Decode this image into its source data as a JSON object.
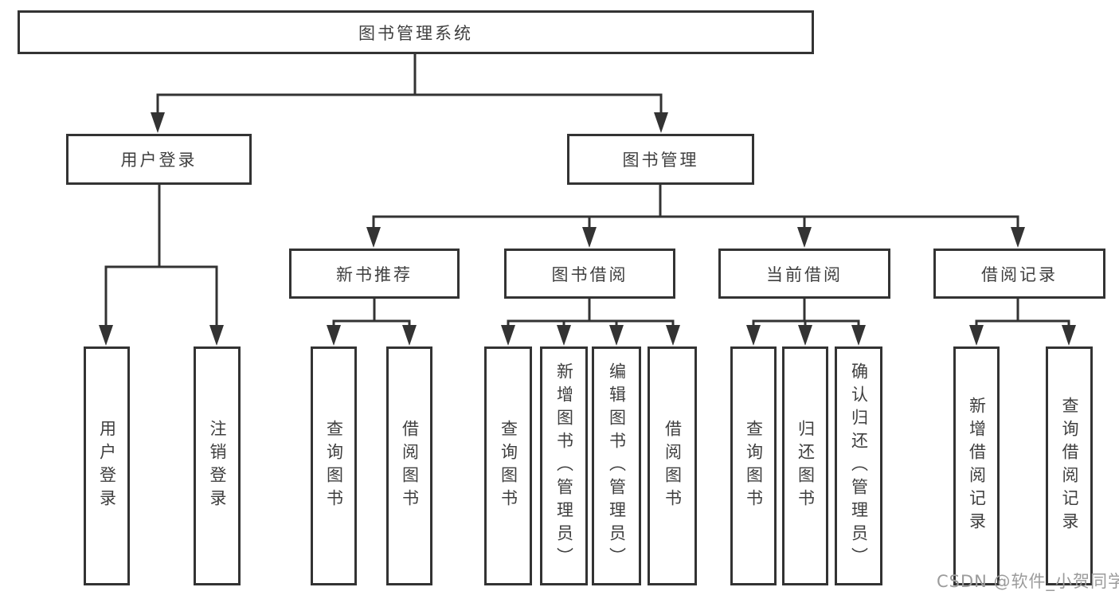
{
  "colors": {
    "line": "#333333",
    "box_border": "#333333",
    "text": "#3f3f3f",
    "watermark": "#9b9b9b",
    "background": "#ffffff"
  },
  "watermark": {
    "text": "CSDN @软件_小贺同学"
  },
  "tree": {
    "root": {
      "label": "图书管理系统",
      "children": [
        {
          "label": "用户登录",
          "children": [
            {
              "label": "用户登录"
            },
            {
              "label": "注销登录"
            }
          ]
        },
        {
          "label": "图书管理",
          "children": [
            {
              "label": "新书推荐",
              "children": [
                {
                  "label": "查询图书"
                },
                {
                  "label": "借阅图书"
                }
              ]
            },
            {
              "label": "图书借阅",
              "children": [
                {
                  "label": "查询图书"
                },
                {
                  "label": "新增图书（管理员）"
                },
                {
                  "label": "编辑图书（管理员）"
                },
                {
                  "label": "借阅图书"
                }
              ]
            },
            {
              "label": "当前借阅",
              "children": [
                {
                  "label": "查询图书"
                },
                {
                  "label": "归还图书"
                },
                {
                  "label": "确认归还（管理员）"
                }
              ]
            },
            {
              "label": "借阅记录",
              "children": [
                {
                  "label": "新增借阅记录"
                },
                {
                  "label": "查询借阅记录"
                }
              ]
            }
          ]
        }
      ]
    }
  }
}
